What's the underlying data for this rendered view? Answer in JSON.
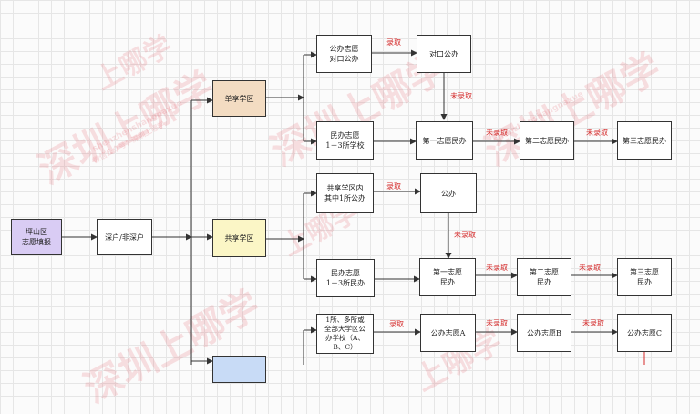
{
  "nodes": {
    "pingshan": "坪山区\n志愿填报",
    "shenhu": "深户/非深户",
    "danxiang": "单享学区",
    "gongxiang": "共享学区",
    "gongban_duikou_sel": "公办志愿\n对口公办",
    "duikou_gongban": "对口公办",
    "minban_1_3_a": "民办志愿\n1－3所学校",
    "diyi_minban_a": "第一志愿民办",
    "dier_minban_a": "第二志愿民办",
    "disan_minban_a": "第三志愿民办",
    "gx_gongban_sel": "共享学区内\n其中1所公办",
    "gx_gongban": "公办",
    "minban_1_3_b": "民办志愿\n1－3所民办",
    "diyi_minban_b": "第一志愿\n民办",
    "dier_minban_b": "第二志愿\n民办",
    "disan_minban_b": "第三志愿\n民办",
    "multi_select": "1所、多所或\n全部大学区公\n办学校（A、\nB、C）",
    "gongban_a": "公办志愿A",
    "gongban_b": "公办志愿B",
    "gongban_c": "公办志愿C"
  },
  "labels": {
    "admit": "录取",
    "not_admit": "未录取"
  },
  "colors": {
    "purple_fill": "#d9ccf4",
    "tan_fill": "#f3dcc2",
    "yellow_fill": "#fbf6c6",
    "blue_fill": "#c8dbf6",
    "red_label": "#d42a2a"
  },
  "watermark": {
    "text_main": "深圳上哪学",
    "text_top": "上哪学",
    "text_url": "shenzhenshangnaxue",
    "text_note": "微信公众号：深圳上哪学"
  }
}
